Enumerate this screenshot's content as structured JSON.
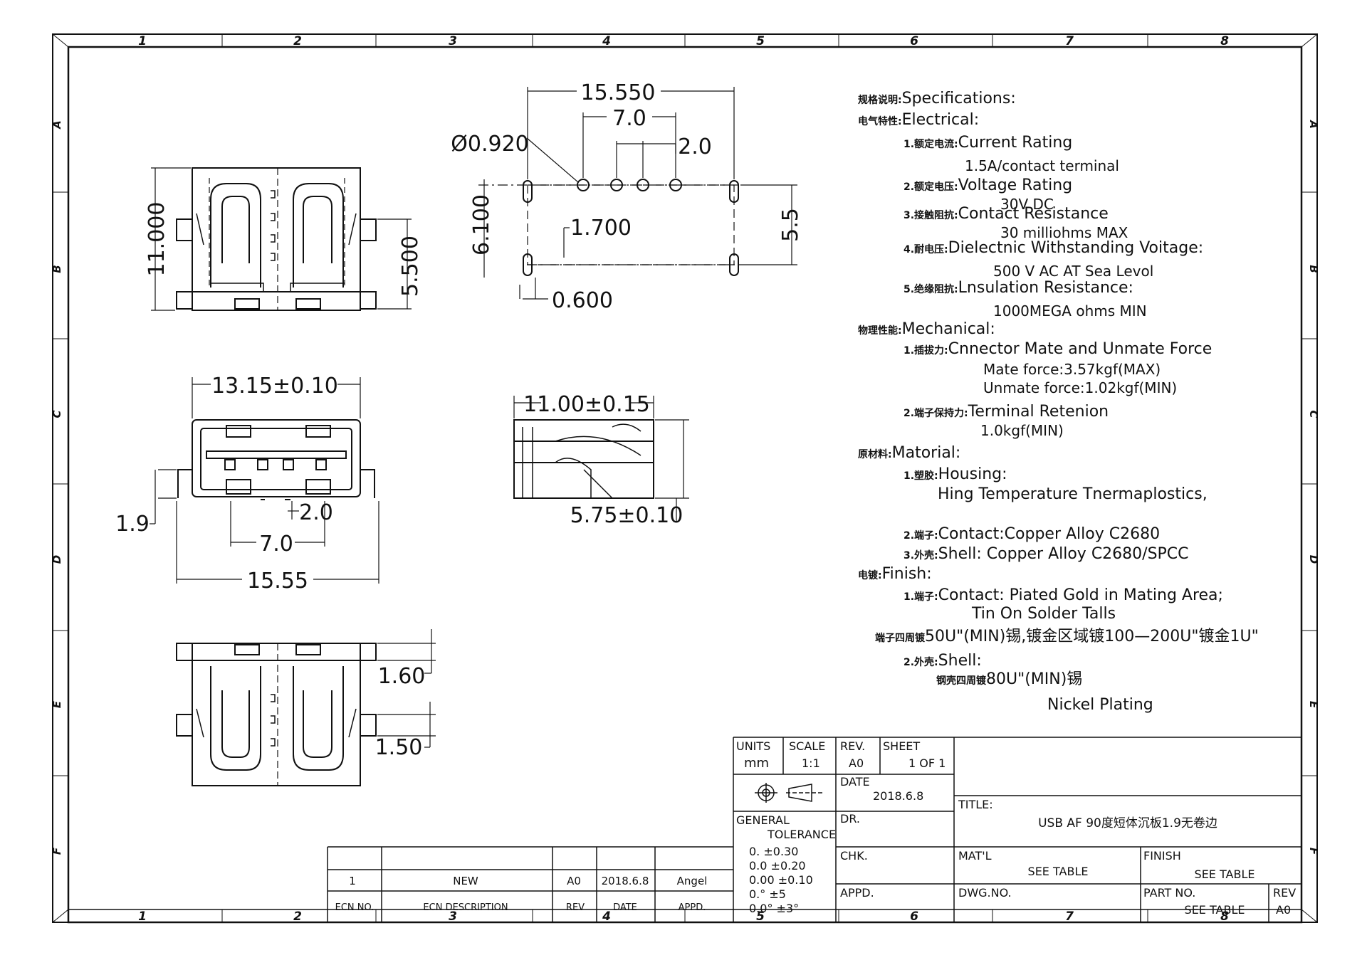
{
  "frame": {
    "col_labels": [
      "1",
      "2",
      "3",
      "4",
      "5",
      "6",
      "7",
      "8"
    ],
    "row_labels": [
      "A",
      "B",
      "C",
      "D",
      "E",
      "F"
    ]
  },
  "dims": {
    "top_view_height": "11.000",
    "top_view_pin": "5.500",
    "overall_width": "15.550",
    "pitch_7": "7.0",
    "pitch_2": "2.0",
    "hole_dia": "Ø0.920",
    "height_6100": "6.100",
    "height_55": "5.5",
    "dim_1700": "1.700",
    "dim_0600": "0.600",
    "front_width": "13.15±0.10",
    "front_19": "1.9",
    "front_20": "2.0",
    "front_70": "7.0",
    "front_1555": "15.55",
    "side_width": "11.00±0.15",
    "side_575": "5.75±0.10",
    "bot_160": "1.60",
    "bot_150": "1.50"
  },
  "specs": [
    {
      "cn": "规格说明:",
      "text": "Specifications:"
    },
    {
      "cn": "电气特性:",
      "text": "Electrical:"
    },
    {
      "cn": "1.额定电流:",
      "text": "Current  Rating"
    },
    {
      "cn": "",
      "text": "1.5A/contact  terminal"
    },
    {
      "cn": "2.额定电压:",
      "text": "Voltage  Rating"
    },
    {
      "cn": "",
      "text": "30V  DC"
    },
    {
      "cn": "3.接触阻抗:",
      "text": "Contact  Resistance"
    },
    {
      "cn": "",
      "text": "30  milliohms  MAX"
    },
    {
      "cn": "4.耐电压:",
      "text": "Dielectnic  Withstanding  Voitage:"
    },
    {
      "cn": "",
      "text": "500  V  AC  AT  Sea  Levol"
    },
    {
      "cn": "5.绝缘阻抗:",
      "text": "Lnsulation  Resistance:"
    },
    {
      "cn": "",
      "text": "1000MEGA  ohms  MIN"
    },
    {
      "cn": "物理性能:",
      "text": "Mechanical:"
    },
    {
      "cn": "1.插拔力:",
      "text": "Cnnector  Mate  and  Unmate  Force"
    },
    {
      "cn": "",
      "text": "Mate  force:3.57kgf(MAX)"
    },
    {
      "cn": "",
      "text": "Unmate  force:1.02kgf(MIN)"
    },
    {
      "cn": "2.端子保持力:",
      "text": "Terminal  Retenion"
    },
    {
      "cn": "",
      "text": "1.0kgf(MIN)"
    },
    {
      "cn": "原材料:",
      "text": "Matorial:"
    },
    {
      "cn": "1.塑胶:",
      "text": "Housing:"
    },
    {
      "cn": "",
      "text": "Hing  Temperature    Tnermaplostics,"
    },
    {
      "cn": "2.端子:",
      "text": "Contact:Copper  Alloy  C2680"
    },
    {
      "cn": "3.外壳:",
      "text": "Shell:  Copper  Alloy  C2680/SPCC"
    },
    {
      "cn": "电镀:",
      "text": "Finish:"
    },
    {
      "cn": "1.端子:",
      "text": "Contact:  Piated  Gold  in  Mating  Area;"
    },
    {
      "cn": "",
      "text": "Tin  On  Solder  Talls"
    },
    {
      "cn": "端子四周镀",
      "text": "50U\"(MIN)锡,镀金区域镀100—200U\"镀金1U\""
    },
    {
      "cn": "2.外壳:",
      "text": "Shell:"
    },
    {
      "cn": "钢壳四周镀",
      "text": "80U\"(MIN)锡"
    },
    {
      "cn": "",
      "text": "Nickel  Plating"
    }
  ],
  "ecn": {
    "row": {
      "no": "1",
      "desc": "NEW",
      "rev": "A0",
      "date": "2018.6.8",
      "appd": "Angel"
    },
    "headers": {
      "no": "ECN NO.",
      "desc": "ECN  DESCRIPTION",
      "rev": "REV",
      "date": "DATE",
      "appd": "APPD."
    }
  },
  "title_block": {
    "units_label": "UNITS",
    "units": "mm",
    "scale_label": "SCALE",
    "scale": "1:1",
    "rev_label": "REV.",
    "rev": "A0",
    "sheet_label": "SHEET",
    "sheet": "1  OF  1",
    "date_label": "DATE",
    "date": "2018.6.8",
    "general_label": "GENERAL",
    "tolerance_label": "TOLERANCE",
    "tolerances": [
      "0.    ±0.30",
      "0.0   ±0.20",
      "0.00  ±0.10",
      "0.°   ±5",
      "0.0°  ±3°"
    ],
    "dr_label": "DR.",
    "chk_label": "CHK.",
    "appd_label": "APPD.",
    "title_label": "TITLE:",
    "title": "USB  AF  90度短体沉板1.9无卷边",
    "matl_label": "MAT'L",
    "matl": "SEE  TABLE",
    "finish_label": "FINISH",
    "finish": "SEE  TABLE",
    "dwg_label": "DWG.NO.",
    "part_label": "PART  NO.",
    "part": "SEE  TABLE",
    "rev2_label": "REV",
    "rev2": "A0"
  }
}
